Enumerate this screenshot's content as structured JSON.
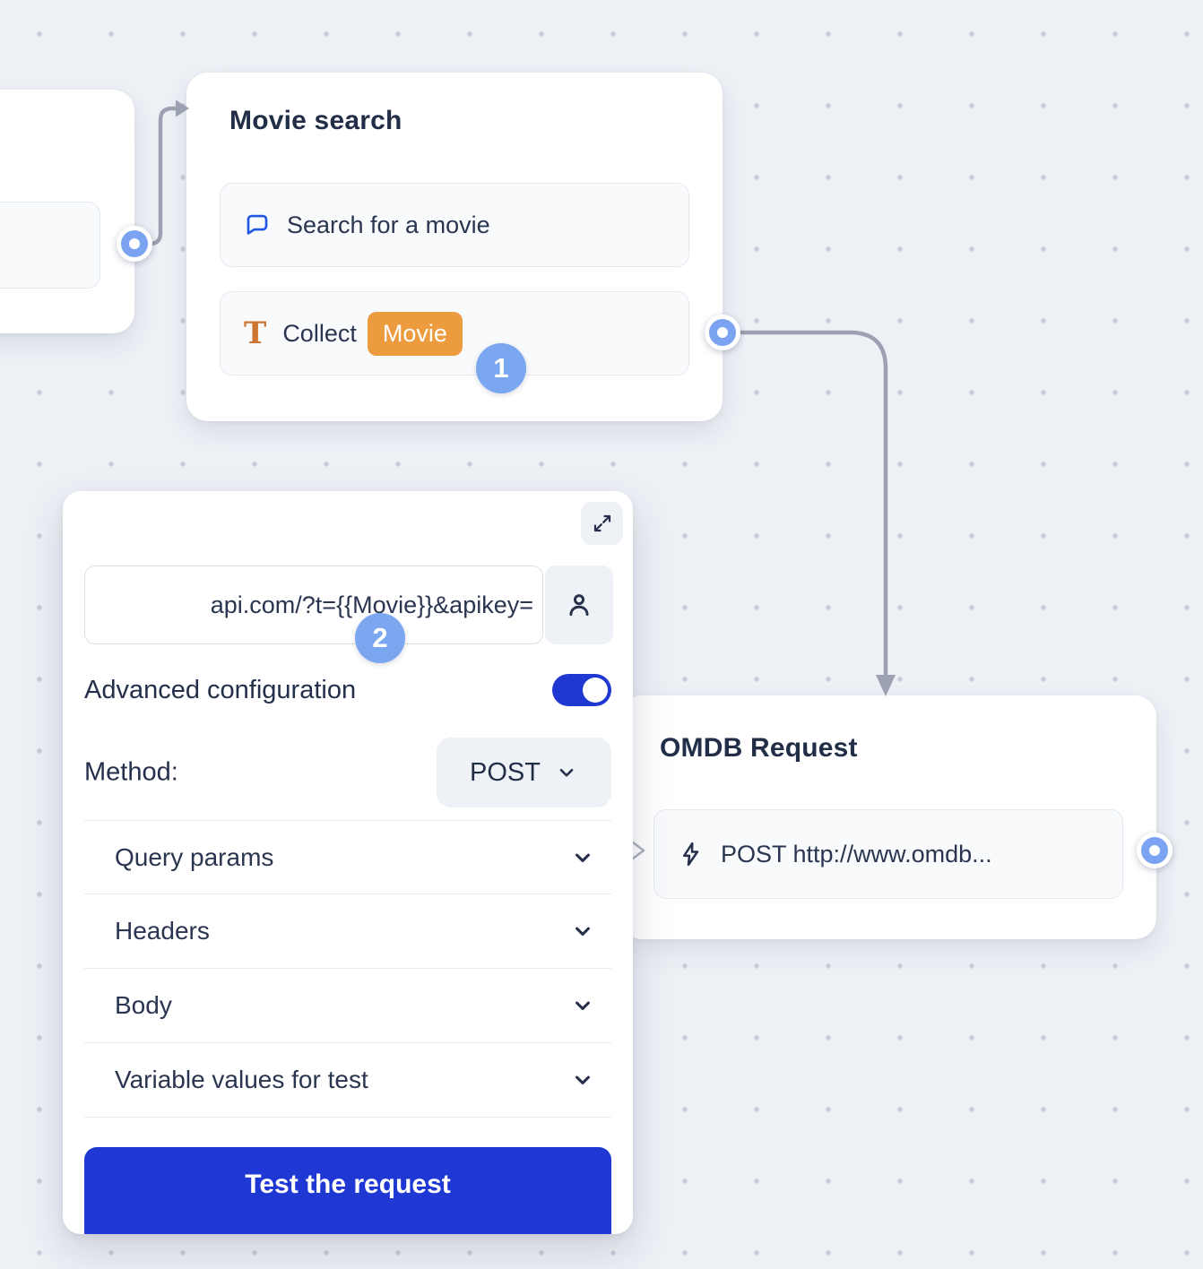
{
  "movie_node": {
    "title": "Movie search",
    "item_search": {
      "label": "Search for a movie",
      "icon": "chat-bubble-icon"
    },
    "item_collect": {
      "label": "Collect",
      "variable_chip": "Movie",
      "icon": "text-input-icon"
    }
  },
  "omdb_node": {
    "title": "OMDB Request",
    "item_request": {
      "label": "POST http://www.omdb...",
      "icon": "lightning-icon"
    }
  },
  "badges": {
    "step_1": "1",
    "step_2": "2"
  },
  "request_panel": {
    "url_value": "api.com/?t={{Movie}}&apikey=",
    "advanced_configuration_label": "Advanced configuration",
    "advanced_configuration_on": true,
    "method_label": "Method:",
    "method_value": "POST",
    "sections": [
      {
        "label": "Query params"
      },
      {
        "label": "Headers"
      },
      {
        "label": "Body"
      },
      {
        "label": "Variable values for test"
      }
    ],
    "test_button_label": "Test the request"
  },
  "colors": {
    "canvas_bg": "#EDF0F5",
    "dot_grid": "#C7CDDA",
    "accent_blue": "#1F38D4",
    "badge_blue": "#7BA6F0",
    "port_blue": "#7CA2F2",
    "connector_gray": "#9BA1B0",
    "chip_orange": "#EC9C3E",
    "title_navy": "#222E48"
  }
}
